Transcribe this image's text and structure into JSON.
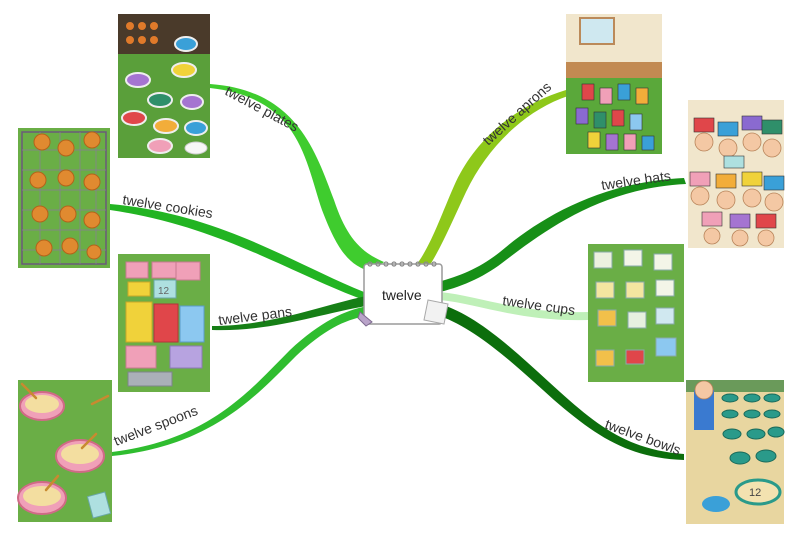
{
  "center": {
    "label": "twelve"
  },
  "branches": [
    {
      "id": "plates",
      "label": "twelve plates",
      "color": "#3fcc2e"
    },
    {
      "id": "cookies",
      "label": "twelve cookies",
      "color": "#22b422"
    },
    {
      "id": "pans",
      "label": "twelve pans",
      "color": "#167f16"
    },
    {
      "id": "spoons",
      "label": "twelve spoons",
      "color": "#2fbd2f"
    },
    {
      "id": "aprons",
      "label": "twelve aprons",
      "color": "#8ec81a"
    },
    {
      "id": "hats",
      "label": "twelve hats",
      "color": "#178f17"
    },
    {
      "id": "cups",
      "label": "twelve cups",
      "color": "#bff0b8"
    },
    {
      "id": "bowls",
      "label": "twelve bowls",
      "color": "#0c6e0c"
    }
  ],
  "illustrations": {
    "plates": [
      "plate-icon"
    ],
    "cookies": [
      "cookie-icon"
    ],
    "pans": [
      "pan-icon",
      "12"
    ],
    "spoons": [
      "spoon-icon"
    ],
    "aprons": [
      "apron-icon"
    ],
    "hats": [
      "hat-icon"
    ],
    "cups": [
      "cup-icon"
    ],
    "bowls": [
      "bowl-icon",
      "12"
    ]
  }
}
